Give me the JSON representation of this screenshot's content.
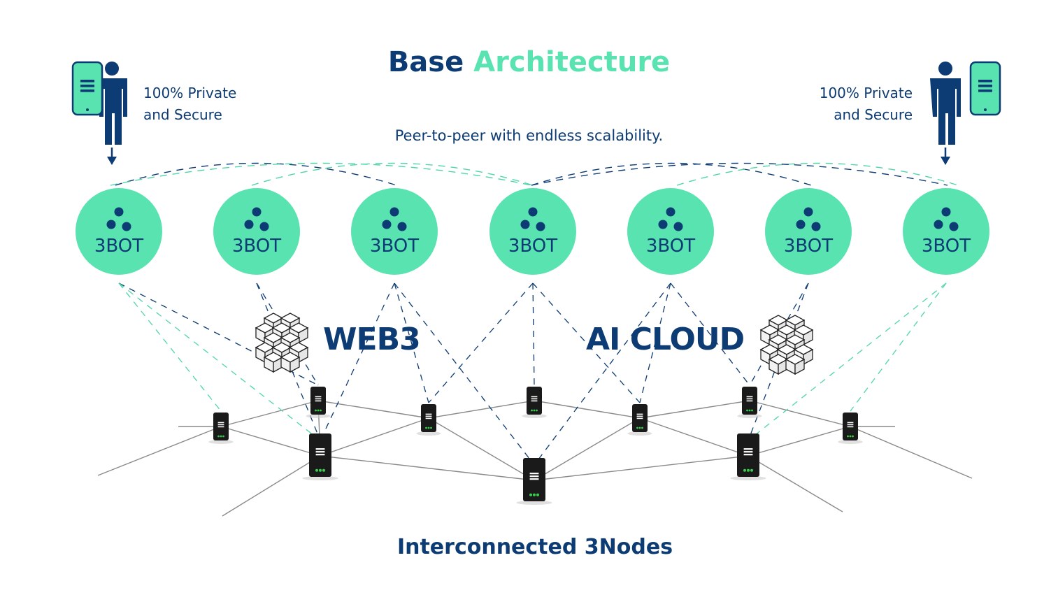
{
  "title": {
    "part1": "Base",
    "part2": "Architecture"
  },
  "subtitle": "Peer-to-peer with endless scalability.",
  "left_user": {
    "line1": "100% Private",
    "line2": "and Secure"
  },
  "right_user": {
    "line1": "100% Private",
    "line2": "and Secure"
  },
  "bot_label": "3BOT",
  "bots": [
    "3BOT",
    "3BOT",
    "3BOT",
    "3BOT",
    "3BOT",
    "3BOT",
    "3BOT"
  ],
  "web3_label": "WEB3",
  "aicloud_label": "AI CLOUD",
  "caption": "Interconnected 3Nodes",
  "colors": {
    "navy": "#0d3b73",
    "mint": "#58e3b1",
    "mint_line": "#4fd6a8",
    "node": "#1a1a1a",
    "led": "#35d04a",
    "mesh": "#8a8a8a"
  }
}
